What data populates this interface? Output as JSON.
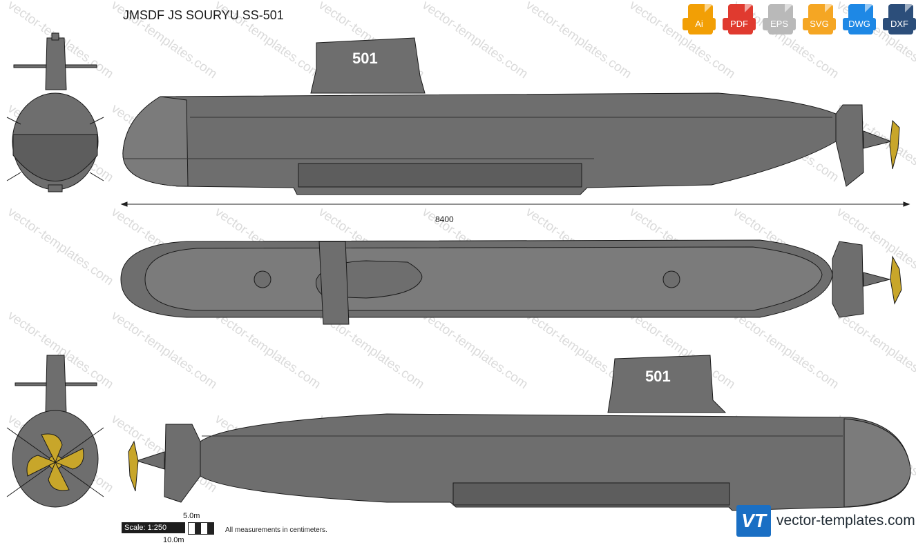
{
  "title": "JMSDF JS SOURYU SS-501",
  "hull_number": "501",
  "dimension_length": "8400",
  "formats": [
    {
      "label": "Ai",
      "color": "#f29f05"
    },
    {
      "label": "PDF",
      "color": "#e03a2f"
    },
    {
      "label": "EPS",
      "color": "#b9b9b9"
    },
    {
      "label": "SVG",
      "color": "#f5a623"
    },
    {
      "label": "DWG",
      "color": "#1e88e5"
    },
    {
      "label": "DXF",
      "color": "#2c4e7a"
    }
  ],
  "scale": {
    "label": "Scale: 1:250",
    "mark_5": "5.0m",
    "mark_10": "10.0m"
  },
  "note": "All measurements in centimeters.",
  "brand": {
    "logo": "VT",
    "site": "vector-templates.com"
  },
  "watermark": "vector-templates.com",
  "colors": {
    "hull": "#6e6e6e",
    "hull_dark": "#5d5d5d",
    "hull_light": "#7b7b7b",
    "propeller": "#c8a62a",
    "outline": "#1a1a1a"
  }
}
